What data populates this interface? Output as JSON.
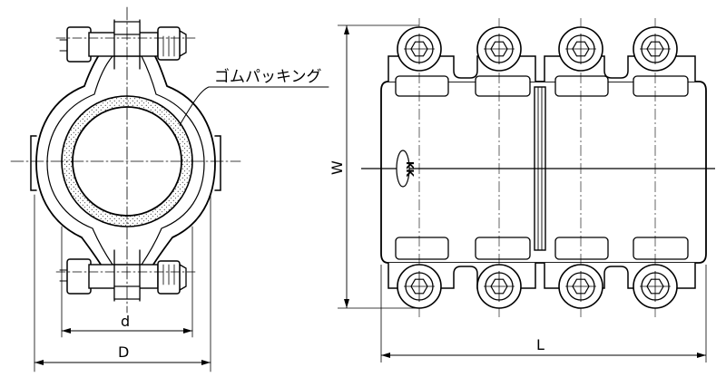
{
  "callout": {
    "label": "ゴムパッキング"
  },
  "dimensions": {
    "inner_diameter": "d",
    "outer_diameter": "D",
    "width": "W",
    "length": "L"
  },
  "marking": {
    "text": "KK"
  }
}
